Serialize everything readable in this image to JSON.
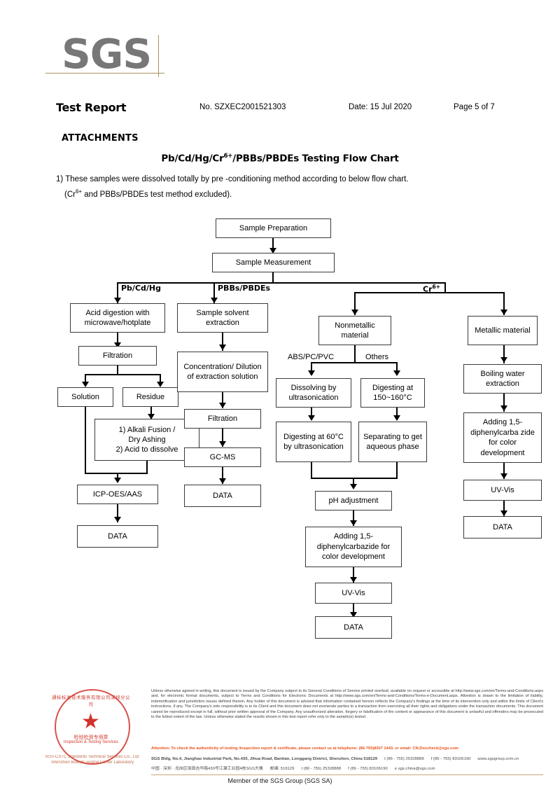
{
  "header": {
    "logo": "SGS",
    "title": "Test Report",
    "report_no": "No. SZXEC2001521303",
    "date": "Date: 15 Jul 2020",
    "page": "Page 5 of 7",
    "attachments": "ATTACHMENTS"
  },
  "chart_title": {
    "pre": "Pb/Cd/Hg/Cr",
    "sup": "6+",
    "post": "/PBBs/PBDEs Testing Flow Chart"
  },
  "note": {
    "line1": "1) These samples were dissolved totally by pre -conditioning method according to below flow chart.",
    "line2_pre": "(Cr",
    "line2_sup": "6+",
    "line2_post": " and PBBs/PBDEs  test method excluded)."
  },
  "flow": {
    "boxes": {
      "sample_preparation": "Sample Preparation",
      "sample_measurement": "Sample Measurement",
      "acid_digestion": "Acid digestion with microwave/hotplate",
      "filtration_left": "Filtration",
      "solution": "Solution",
      "residue": "Residue",
      "alkali_fusion": "1) Alkali Fusion / Dry Ashing 2) Acid to dissolve",
      "alkali_fusion_l1": "1) Alkali Fusion /",
      "alkali_fusion_l2": "Dry Ashing",
      "alkali_fusion_l3": "2) Acid to dissolve",
      "icp_oes_aas": "ICP-OES/AAS",
      "data_left": "DATA",
      "sample_solvent_extraction": "Sample solvent extraction",
      "concentration_dilution": "Concentration/ Dilution of extraction solution",
      "filtration_mid": "Filtration",
      "gc_ms": "GC-MS",
      "data_mid": "DATA",
      "nonmetallic_material": "Nonmetallic material",
      "dissolving_ultrasonication": "Dissolving by ultrasonication",
      "digesting_150_160": "Digesting at 150~160°C",
      "digesting_60": "Digesting at 60°C by ultrasonication",
      "separating_aqueous": "Separating to get aqueous phase",
      "ph_adjustment": "pH adjustment",
      "adding_dpc_center": "Adding 1,5-diphenylcarbazide for color development",
      "uv_vis_center": "UV-Vis",
      "data_center": "DATA",
      "metallic_material": "Metallic material",
      "boiling_water": "Boiling water extraction",
      "adding_dpc_right": "Adding 1,5-diphenylcarba zide for color development",
      "uv_vis_right": "UV-Vis",
      "data_right": "DATA"
    },
    "labels": {
      "pb_cd_hg": "Pb/Cd/Hg",
      "pbbs_pbdes": "PBBs/PBDEs",
      "cr6_pre": "Cr",
      "cr6_sup": "6+",
      "abs_pc_pvc": "ABS/PC/PVC",
      "others": "Others"
    }
  },
  "seal": {
    "top_text": "通标标准技术服务有限公司深圳分公司",
    "mid_cn": "检验检测专用章",
    "mid_en": "Inspection & Testing Services",
    "bottom1": "SGS-CSTC Standards Technical Services Co., Ltd.",
    "bottom2": "Shenzhen Branch Testing Center Laboratory",
    "star": "★"
  },
  "footer": {
    "legal": "Unless otherwise agreed in writing, this document is issued by the Company subject to its General Conditions of Service printed overleaf, available on request or accessible at http://www.sgs.com/en/Terms-and-Conditions.aspx and, for electronic format documents, subject to Terms and Conditions for Electronic Documents at http://www.sgs.com/en/Terms-and-Conditions/Terms-e-Document.aspx. Attention is drawn to the limitation of liability, indemnification and jurisdiction issues defined therein. Any holder of this document is advised that information contained hereon reflects the Company's findings at the time of its intervention only and within the limits of Client's instructions, if any. The Company's sole responsibility is to its Client and this document does not exonerate parties to a transaction from exercising all their rights and obligations under the transaction documents. This document cannot be reproduced except in full, without prior written approval of the Company. Any unauthorized alteration, forgery or falsification of the content or appearance of this document is unlawful and offenders may be prosecuted to the fullest extent of the law. Unless otherwise stated the results shown in this test report refer only to the sample(s) tested .",
    "attention": "Attention: To check the authenticity of testing /inspection report & certificate, please contact us at telephone: (86-755)8307 1443, or email: CN.Doccheck@sgs.com",
    "address_en": "SGS Bldg, No.4, Jianghao Industrial Park, No.430, Jihua Road, Bantian, Longgang District, Shenzhen, China  518129",
    "tel_en": "t (86 - 755) 25328888",
    "fax_en": "f (86 - 755) 83106190",
    "web_en": "www.sgsgroup.com.cn",
    "address_cn": "中国 · 深圳 · 龙岗区坂田吉华路430号江灝工业园4栋SGS大楼",
    "zip_cn": "邮编: 518129",
    "tel_cn": "t (86 - 755) 25328888",
    "fax_cn": "f (86 - 755) 83106190",
    "email_cn": "e sgs.china@sgs.com",
    "member": "Member of the SGS Group (SGS SA)"
  }
}
